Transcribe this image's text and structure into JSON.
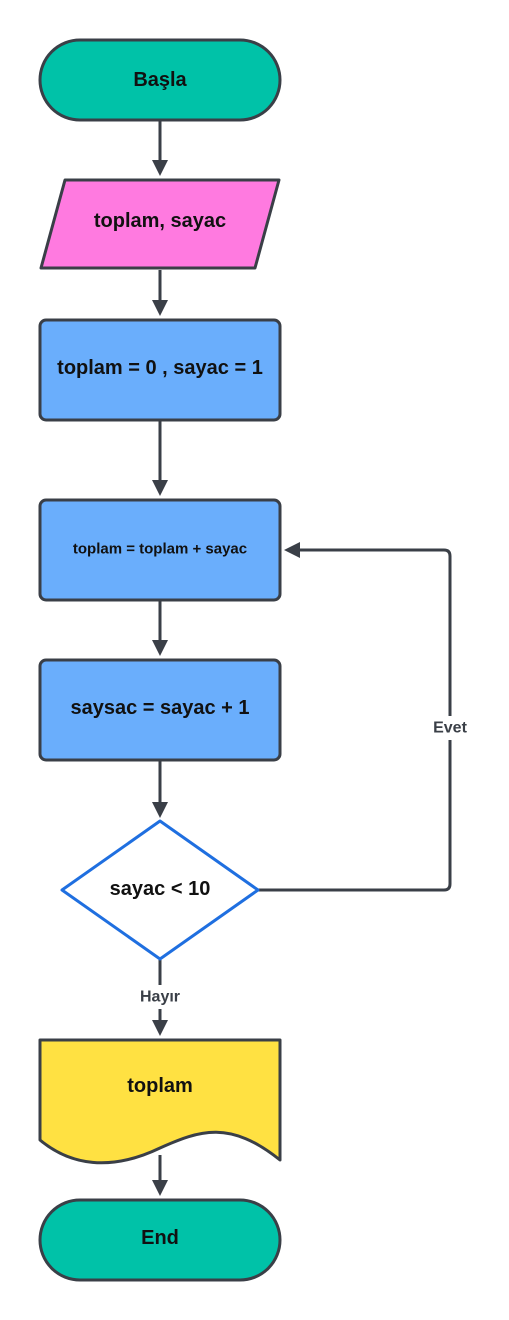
{
  "nodes": {
    "start": {
      "label": "Başla",
      "shape": "terminator",
      "color": "#00c2a8"
    },
    "input": {
      "label": "toplam, sayac",
      "shape": "parallelogram",
      "color": "#ff7ae0"
    },
    "init": {
      "label": "toplam = 0 , sayac = 1",
      "shape": "process",
      "color": "#6aaefc"
    },
    "accumulate": {
      "label": "toplam = toplam + sayac",
      "shape": "process",
      "color": "#6aaefc"
    },
    "increment": {
      "label": "saysac = sayac + 1",
      "shape": "process",
      "color": "#6aaefc"
    },
    "decision": {
      "label": "sayac < 10",
      "shape": "diamond",
      "color": "#ffffff",
      "stroke": "#1f6fe0"
    },
    "output": {
      "label": "toplam",
      "shape": "document",
      "color": "#ffe142"
    },
    "end": {
      "label": "End",
      "shape": "terminator",
      "color": "#00c2a8"
    }
  },
  "edges": {
    "yes_label": "Evet",
    "no_label": "Hayır"
  },
  "colors": {
    "edge": "#3a3f47",
    "outline": "#3a3f47"
  }
}
